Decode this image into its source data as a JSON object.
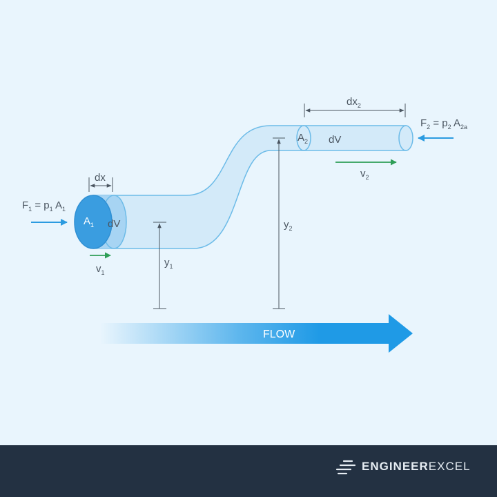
{
  "diagram": {
    "f1": {
      "main": "F",
      "sub1": "1",
      "eq": " = p",
      "sub2": "1",
      "a": " A",
      "sub3": "1"
    },
    "f2": {
      "main": "F",
      "sub1": "2",
      "eq": " = p",
      "sub2": "2",
      "a": " A",
      "sub3": "2a"
    },
    "a1": {
      "main": "A",
      "sub": "1"
    },
    "a2": {
      "main": "A",
      "sub": "2"
    },
    "dv1": "dV",
    "dv2": "dV",
    "dx1": "dx",
    "dx2": {
      "main": "dx",
      "sub": "2"
    },
    "v1": {
      "main": "v",
      "sub": "1"
    },
    "v2": {
      "main": "v",
      "sub": "2"
    },
    "y1": {
      "main": "y",
      "sub": "1"
    },
    "y2": {
      "main": "y",
      "sub": "2"
    },
    "flow": "FLOW",
    "colors": {
      "pipe_fill": "#cfe8f8",
      "pipe_stroke": "#6cbbe8",
      "inlet_face": "#3a9de0",
      "force_arrow": "#2b9be0",
      "velocity_arrow": "#2e9e57",
      "flow_arrow": "#1f9ae6",
      "dimension": "#4a5560"
    }
  },
  "footer": {
    "brand_bold": "ENGINEER",
    "brand_light": "EXCEL"
  }
}
